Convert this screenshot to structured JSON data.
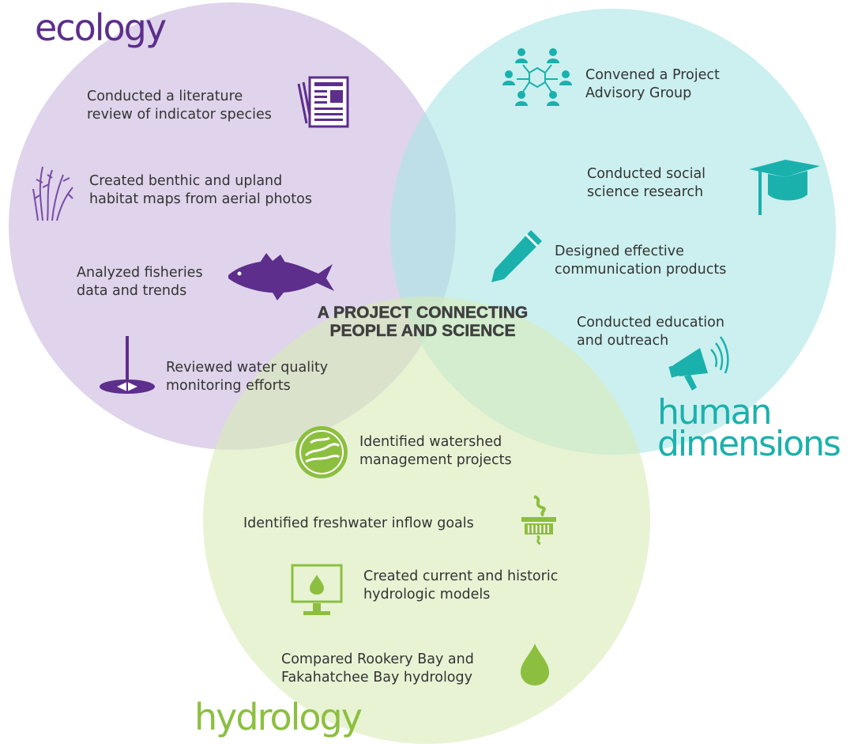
{
  "center_title": [
    "A PROJECT CONNECTING",
    "PEOPLE AND SCIENCE"
  ],
  "circles": {
    "ecology": {
      "title": "ecology",
      "color": "#5d2e8c",
      "fill": "#c9b7de"
    },
    "human": {
      "title": [
        "human",
        "dimensions"
      ],
      "color": "#1ab1ad",
      "fill": "#a9e6e4"
    },
    "hydrology": {
      "title": "hydrology",
      "color": "#8cbf3f",
      "fill": "#d8ebb8"
    }
  },
  "ecology_items": [
    {
      "text": [
        "Conducted a literature",
        "review of indicator species"
      ],
      "icon": "newspaper-icon"
    },
    {
      "text": [
        "Created benthic and upland",
        "habitat maps from aerial photos"
      ],
      "icon": "plant-icon"
    },
    {
      "text": [
        "Analyzed fisheries",
        "data and trends"
      ],
      "icon": "fish-icon"
    },
    {
      "text": [
        "Reviewed water quality",
        "monitoring efforts"
      ],
      "icon": "secchi-disk-icon"
    }
  ],
  "human_items": [
    {
      "text": [
        "Convened a Project",
        "Advisory Group"
      ],
      "icon": "group-network-icon"
    },
    {
      "text": [
        "Conducted social",
        "science research"
      ],
      "icon": "graduation-cap-icon"
    },
    {
      "text": [
        "Designed effective",
        "communication products"
      ],
      "icon": "pencil-icon"
    },
    {
      "text": [
        "Conducted education",
        "and outreach"
      ],
      "icon": "megaphone-icon"
    }
  ],
  "hydrology_items": [
    {
      "text": [
        "Identified watershed",
        "management projects"
      ],
      "icon": "watershed-icon"
    },
    {
      "text": [
        "Identified freshwater inflow goals"
      ],
      "icon": "water-control-icon"
    },
    {
      "text": [
        "Created current and historic",
        "hydrologic models"
      ],
      "icon": "monitor-drop-icon"
    },
    {
      "text": [
        "Compared Rookery Bay and",
        "Fakahatchee Bay hydrology"
      ],
      "icon": "water-drop-icon"
    }
  ]
}
